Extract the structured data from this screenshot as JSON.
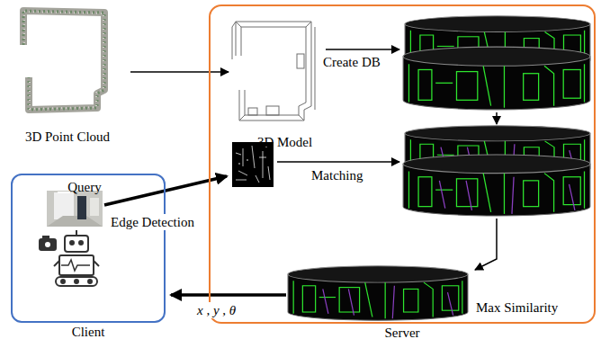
{
  "diagram": {
    "nodes": [
      {
        "text": [
          "3D Point Cloud"
        ]
      },
      {
        "text": [
          "Server"
        ]
      },
      {
        "text": [
          "3D Model"
        ],
        "in": 1
      },
      {
        "text": [
          "Client"
        ]
      },
      {
        "text": [
          "Query"
        ],
        "in": 3
      }
    ],
    "edges": [
      {
        "from": 0,
        "to": 2,
        "arrow": "to"
      }
    ],
    "labels": [
      "Create DB",
      "Edge Detection",
      "Matching",
      "Max Similarity",
      "x , y , θ"
    ]
  }
}
